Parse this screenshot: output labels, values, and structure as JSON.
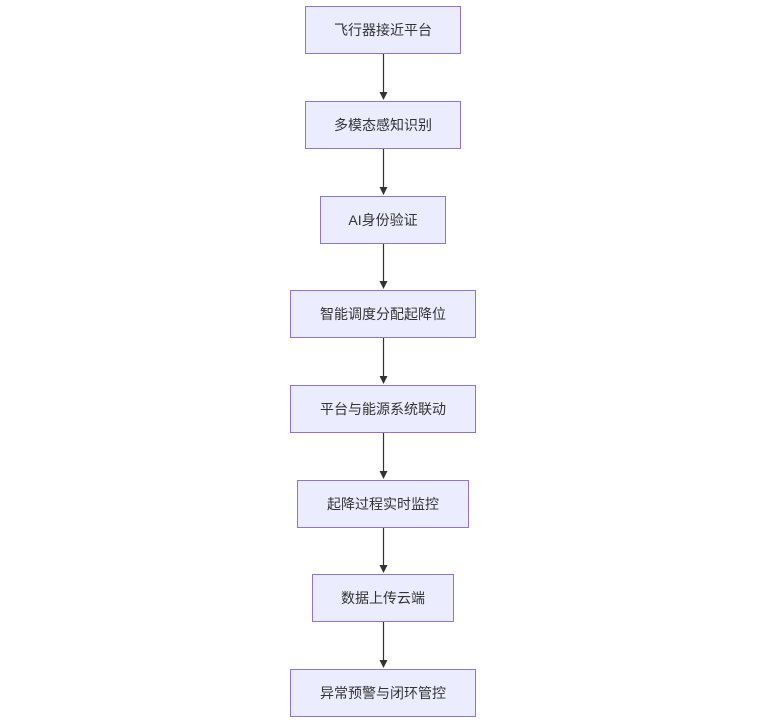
{
  "diagram": {
    "colors": {
      "node_fill": "#ECECFF",
      "node_border": "#9370DB",
      "text": "#333333",
      "edge": "#333333",
      "background": "#FFFFFF"
    },
    "nodes": [
      {
        "label": "飞行器接近平台"
      },
      {
        "label": "多模态感知识别"
      },
      {
        "label": "AI身份验证"
      },
      {
        "label": "智能调度分配起降位"
      },
      {
        "label": "平台与能源系统联动"
      },
      {
        "label": "起降过程实时监控"
      },
      {
        "label": "数据上传云端"
      },
      {
        "label": "异常预警与闭环管控"
      }
    ],
    "edges": [
      {
        "from": 0,
        "to": 1
      },
      {
        "from": 1,
        "to": 2
      },
      {
        "from": 2,
        "to": 3
      },
      {
        "from": 3,
        "to": 4
      },
      {
        "from": 4,
        "to": 5
      },
      {
        "from": 5,
        "to": 6
      },
      {
        "from": 6,
        "to": 7
      }
    ]
  }
}
